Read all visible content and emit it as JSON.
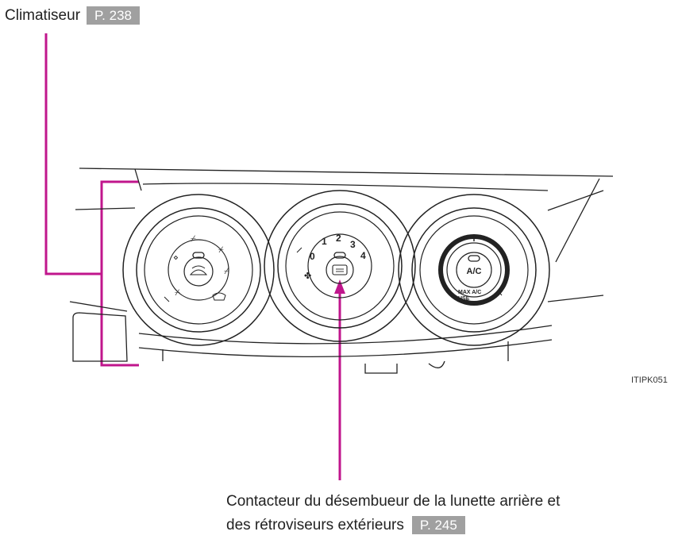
{
  "climate": {
    "label": "Climatiseur",
    "page_ref": "P. 238"
  },
  "defogger": {
    "line1": "Contacteur du désembueur de la lunette arrière et",
    "line2": "des rétroviseurs extérieurs",
    "page_ref": "P. 245"
  },
  "figure_code": "ITIPK051",
  "fan_dial": {
    "numbers": [
      "0",
      "1",
      "2",
      "3",
      "4"
    ]
  },
  "ac_button": {
    "label": "A/C"
  },
  "max_ac": {
    "line1": "MAX A/C",
    "line2": "USE"
  },
  "colors": {
    "callout_line": "#c0168c",
    "page_ref_bg": "#a0a0a0"
  },
  "icons": [
    "fan-icon",
    "rear-defogger-icon",
    "recirculation-icon",
    "windshield-defroster-icon",
    "face-vent-icon",
    "foot-vent-icon"
  ]
}
